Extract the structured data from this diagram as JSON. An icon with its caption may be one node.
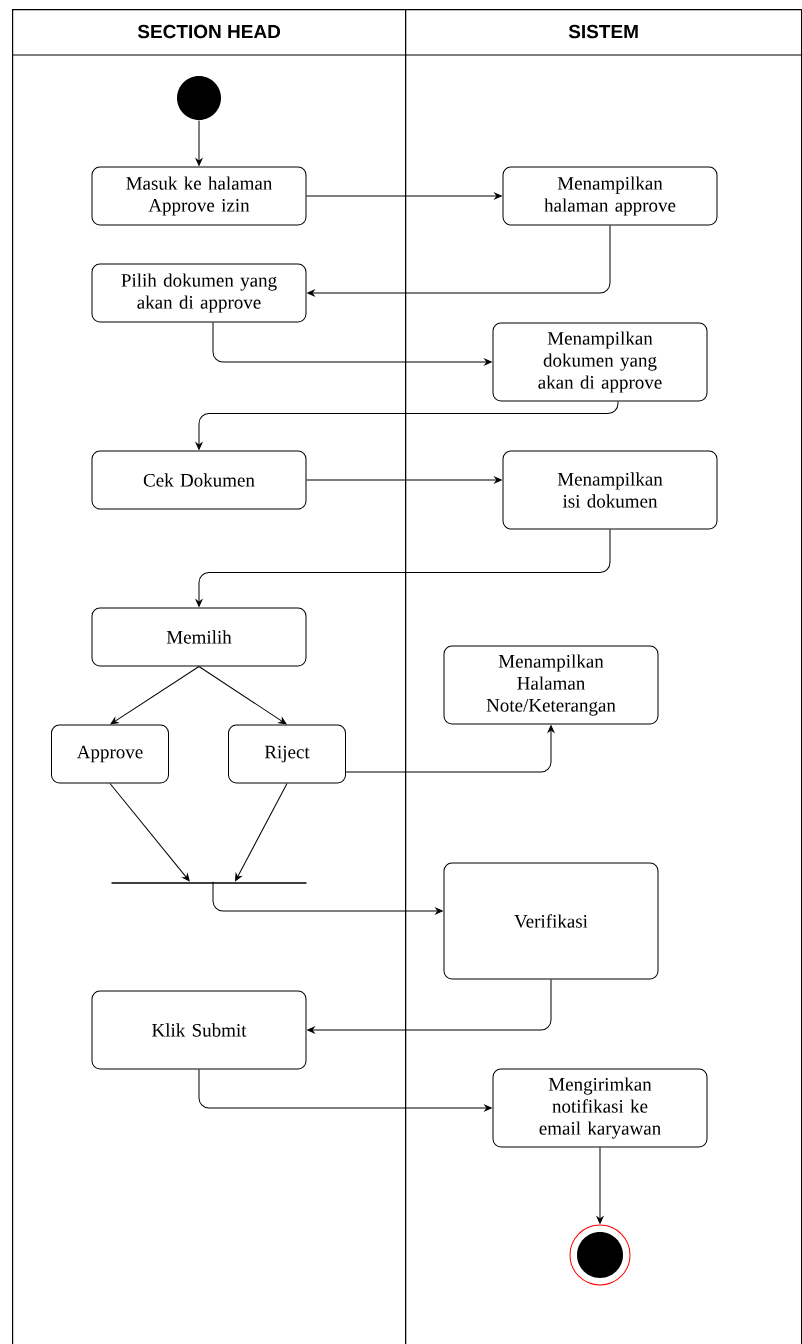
{
  "diagram": {
    "nodes": [
      {
        "text": [
          "SECTION HEAD"
        ]
      },
      {
        "text": [
          "SISTEM"
        ]
      },
      {
        "text": [],
        "shape": "circle",
        "in": 0
      },
      {
        "text": [
          "Masuk ke halaman Approve izin"
        ],
        "in": 0
      },
      {
        "text": [
          "Menampilkan halaman approve"
        ],
        "in": 1
      },
      {
        "text": [
          "Pilih dokumen yang akan di approve"
        ],
        "in": 0
      },
      {
        "text": [
          "Menampilkan dokumen yang akan di approve"
        ],
        "in": 1
      },
      {
        "text": [
          "Cek Dokumen"
        ],
        "in": 0
      },
      {
        "text": [
          "Menampilkan isi dokumen"
        ],
        "in": 1
      },
      {
        "text": [
          "Memilih"
        ],
        "in": 0
      },
      {
        "text": [
          "Menampilkan Halaman Note/Keterangan"
        ],
        "in": 1
      },
      {
        "text": [
          "Approve"
        ],
        "in": 0
      },
      {
        "text": [
          "Riject"
        ],
        "in": 0
      },
      {
        "text": [],
        "shape": "bar",
        "in": 0
      },
      {
        "text": [
          "Verifikasi"
        ],
        "in": 1
      },
      {
        "text": [
          "Klik Submit"
        ],
        "in": 0
      },
      {
        "text": [
          "Mengirimkan notifikasi ke email karyawan"
        ],
        "in": 1
      },
      {
        "text": [],
        "shape": "circle",
        "in": 1
      }
    ],
    "edges": [
      {
        "from": 2,
        "to": 3,
        "arrow": "to"
      },
      {
        "from": 3,
        "to": 4,
        "arrow": "to"
      },
      {
        "from": 4,
        "to": 5,
        "arrow": "to"
      },
      {
        "from": 5,
        "to": 6,
        "arrow": "to"
      },
      {
        "from": 6,
        "to": 7,
        "arrow": "to"
      },
      {
        "from": 7,
        "to": 8,
        "arrow": "to"
      },
      {
        "from": 8,
        "to": 9,
        "arrow": "to"
      },
      {
        "from": 9,
        "to": 11,
        "arrow": "to"
      },
      {
        "from": 9,
        "to": 12,
        "arrow": "to"
      },
      {
        "from": 12,
        "to": 10,
        "arrow": "to"
      },
      {
        "from": 11,
        "to": 13,
        "arrow": "to"
      },
      {
        "from": 12,
        "to": 13,
        "arrow": "to"
      },
      {
        "from": 13,
        "to": 14,
        "arrow": "to"
      },
      {
        "from": 14,
        "to": 15,
        "arrow": "to"
      },
      {
        "from": 15,
        "to": 16,
        "arrow": "to"
      },
      {
        "from": 16,
        "to": 17,
        "arrow": "to"
      }
    ]
  }
}
